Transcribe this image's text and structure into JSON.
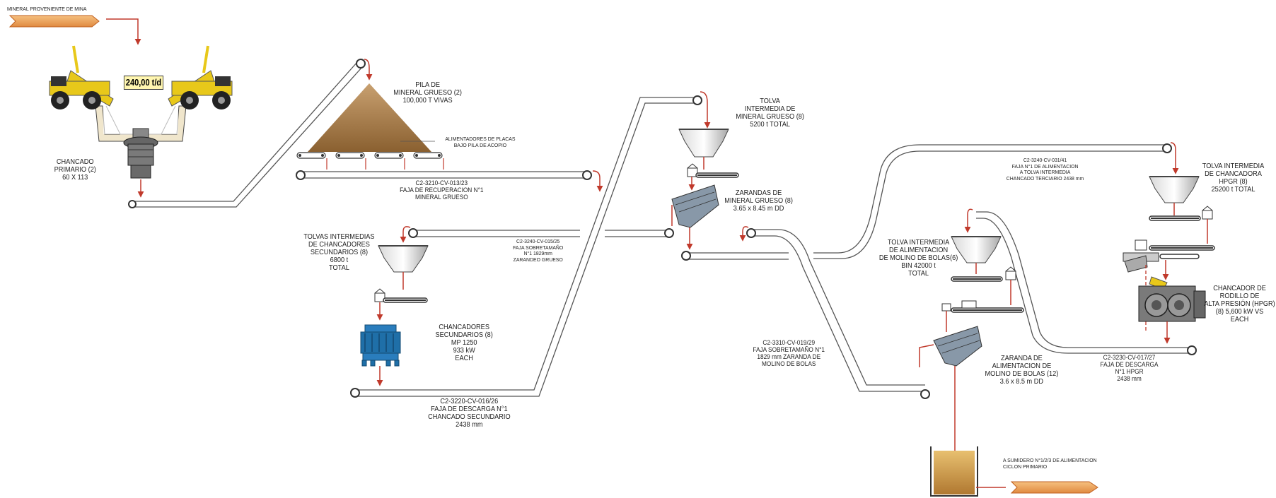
{
  "inputs": {
    "mine_ore": "MINERAL PROVENIENTE DE MINA",
    "throughput": "240,00 t/d"
  },
  "labels": {
    "primary_crushing": [
      "CHANCADO",
      "PRIMARIO (2)",
      "60 X 113"
    ],
    "coarse_ore_pile": [
      "PILA DE",
      "MINERAL GRUESO (2)",
      "100,000 T VIVAS"
    ],
    "apron_feeders": [
      "ALIMENTADORES DE PLACAS",
      "BAJO PILA DE ACOPIO"
    ],
    "reclaim_conveyor": [
      "C2-3210-CV-013/23",
      "FAJA DE RECUPERACION  N°1",
      "MINERAL GRUESO"
    ],
    "intermediate_bin_coarse": [
      "TOLVA",
      "INTERMEDIA DE",
      "MINERAL GRUESO (8)",
      "5200 t  TOTAL"
    ],
    "coarse_screens": [
      "ZARANDAS DE",
      "MINERAL GRUESO (8)",
      "3.65 x 8.45 m DD"
    ],
    "oversize_conveyor_015": [
      "C2-3240-CV-015/25",
      "FAJA SOBRETAMAÑO",
      "N°1   1829mm",
      "ZARANDEO GRUESO"
    ],
    "secondary_bins": [
      "TOLVAS INTERMEDIAS",
      "DE CHANCADORES",
      "SECUNDARIOS (8)",
      "6800 t",
      "TOTAL"
    ],
    "secondary_crushers": [
      "CHANCADORES",
      "SECUNDARIOS (8)",
      "MP 1250",
      "933 kW",
      "EACH"
    ],
    "discharge_conveyor_016": [
      "C2-3220-CV-016/26",
      "FAJA DE DESCARGA N°1",
      "CHANCADO SECUNDARIO",
      "2438 mm"
    ],
    "oversize_conveyor_019": [
      "C2-3310-CV-019/29",
      "FAJA SOBRETAMAÑO N°1",
      "1829 mm ZARANDA DE",
      "MOLINO DE BOLAS"
    ],
    "ball_mill_bin": [
      "TOLVA INTERMEDIA",
      "DE ALIMENTACION",
      "DE MOLINO DE BOLAS(6)",
      "BIN 42000 t",
      "TOTAL"
    ],
    "ball_mill_screens": [
      "ZARANDA DE",
      "ALIMENTACION DE",
      "MOLINO DE BOLAS (12)",
      "3.6 x 8.5 m DD"
    ],
    "feed_conveyor_031": [
      "C2-3240-CV-031/41",
      "FAJA  N°1 DE ALIMENTACION",
      "A TOLVA INTERMEDIA",
      "CHANCADO TERCIARIO 2438 mm"
    ],
    "hpgr_bin": [
      "TOLVA INTERMEDIA",
      "DE CHANCADORA",
      "HPGR (8)",
      "25200 t    TOTAL"
    ],
    "hpgr_crusher": [
      "CHANCADOR DE",
      "RODILLO DE",
      "ALTA PRESIÓN (HPGR)",
      "(8) 5,600 kW VS",
      "EACH"
    ],
    "discharge_conveyor_017": [
      "C2-3230-CV-017/27",
      "FAJA DE DESCARGA",
      "N°1 HPGR",
      "2438 mm"
    ],
    "sump_output": [
      "A SUMIDERO N°1/2/3 DE ALIMENTACION",
      "CICLON PRIMARIO"
    ]
  },
  "colors": {
    "flow_arrow": "#c0392b",
    "conveyor": "#555555",
    "stockpile": "#b08450",
    "truck": "#e8c81a",
    "crusher": "#1f6fa8",
    "input_arrow": "#f0a050",
    "sump_fill": "#d9a850"
  }
}
